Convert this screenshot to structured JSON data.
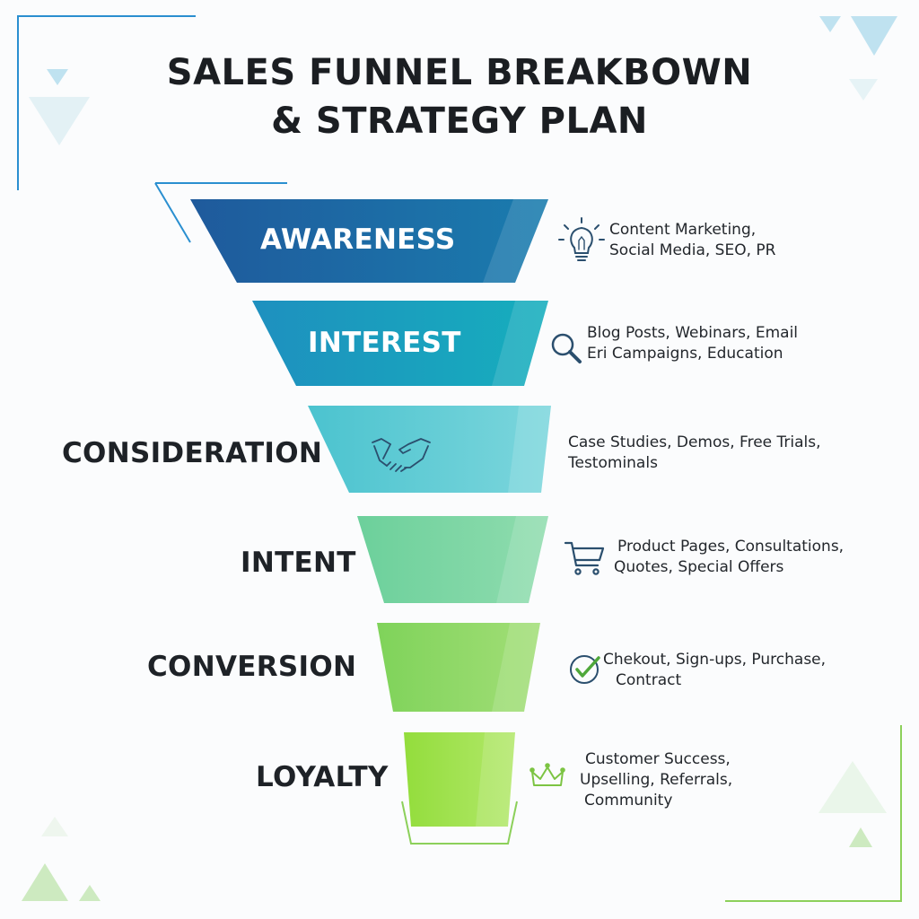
{
  "title": {
    "line1": "SALES FUNNEL BREAKBOWN",
    "line2": "& STRATEGY PLAN"
  },
  "stages": [
    {
      "label": "AWARENESS",
      "icon": "lightbulb-icon",
      "color_left": "#1f5a9c",
      "color_right": "#1a7cae",
      "description": [
        "Content Marketing,",
        "Social Media, SEO, PR"
      ]
    },
    {
      "label": "INTEREST",
      "icon": "magnifier-icon",
      "color_left": "#1e90bf",
      "color_right": "#16aebd",
      "description": [
        "Blog Posts, Webinars, Email",
        "Eri Campaigns, Education"
      ]
    },
    {
      "label": "CONSIDERATION",
      "icon": "handshake-icon",
      "color_left": "#4bc3cf",
      "color_right": "#7cd6dc",
      "description": [
        "Case Studies, Demos, Free Trials,",
        "Testominals"
      ]
    },
    {
      "label": "INTENT",
      "icon": "shopping-cart-icon",
      "color_left": "#6cd09b",
      "color_right": "#8fdcae",
      "description": [
        "Product Pages, Consultations,",
        "Quotes, Special Offers"
      ]
    },
    {
      "label": "CONVERSION",
      "icon": "checkmark-icon",
      "color_left": "#7fd35a",
      "color_right": "#a2de77",
      "description": [
        "Chekout, Sign-ups, Purchase,",
        "Contract"
      ]
    },
    {
      "label": "LOYALTY",
      "icon": "crown-icon",
      "color_left": "#93dd3c",
      "color_right": "#b2e86a",
      "description": [
        "Customer Success,",
        "Upselling, Referrals,",
        "Community"
      ]
    }
  ],
  "colors": {
    "title": "#1b1e22",
    "icon_stroke": "#2b4f6e",
    "accent_blue": "#2a8fd0",
    "accent_green": "#8cd05a"
  }
}
